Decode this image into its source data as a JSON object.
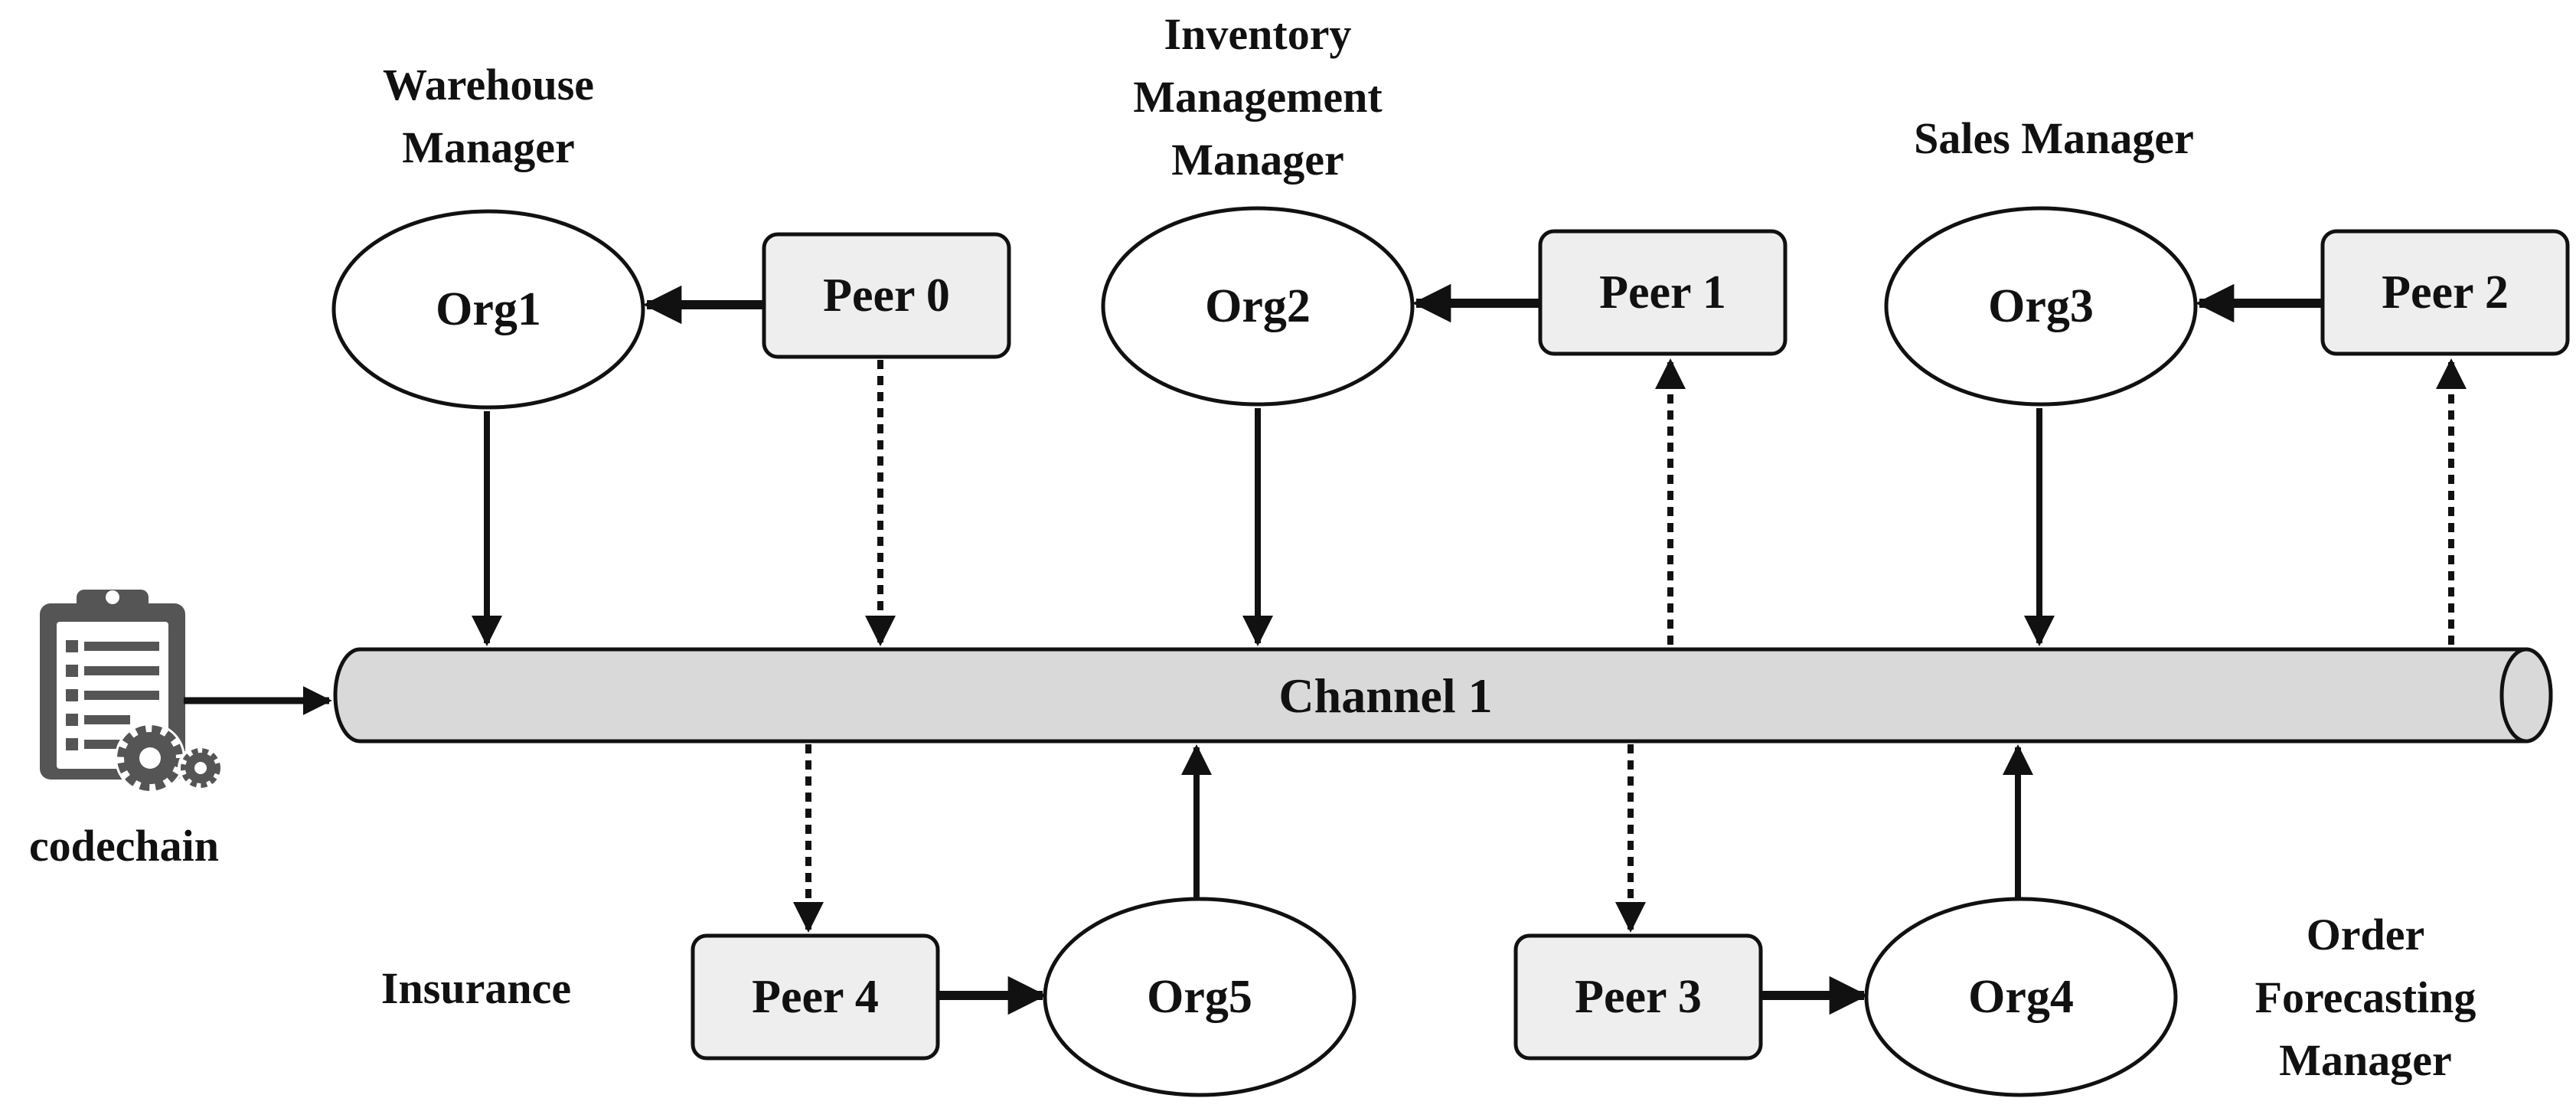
{
  "roles": {
    "org1": [
      "Warehouse",
      "Manager"
    ],
    "org2": [
      "Inventory",
      "Management",
      "Manager"
    ],
    "org3": [
      "Sales Manager"
    ],
    "org4": [
      "Order",
      "Forecasting",
      "Manager"
    ],
    "org5": [
      "Insurance"
    ]
  },
  "orgs": {
    "org1": "Org1",
    "org2": "Org2",
    "org3": "Org3",
    "org4": "Org4",
    "org5": "Org5"
  },
  "peers": {
    "peer0": "Peer 0",
    "peer1": "Peer 1",
    "peer2": "Peer 2",
    "peer3": "Peer 3",
    "peer4": "Peer 4"
  },
  "channel": {
    "label": "Channel 1"
  },
  "codechain": {
    "label": "codechain",
    "icon": "clipboard-gears-icon"
  },
  "colors": {
    "peer_fill": "#eeeeee",
    "channel_fill": "#d9d9d9",
    "stroke": "#111111",
    "icon_fill": "#555555"
  }
}
